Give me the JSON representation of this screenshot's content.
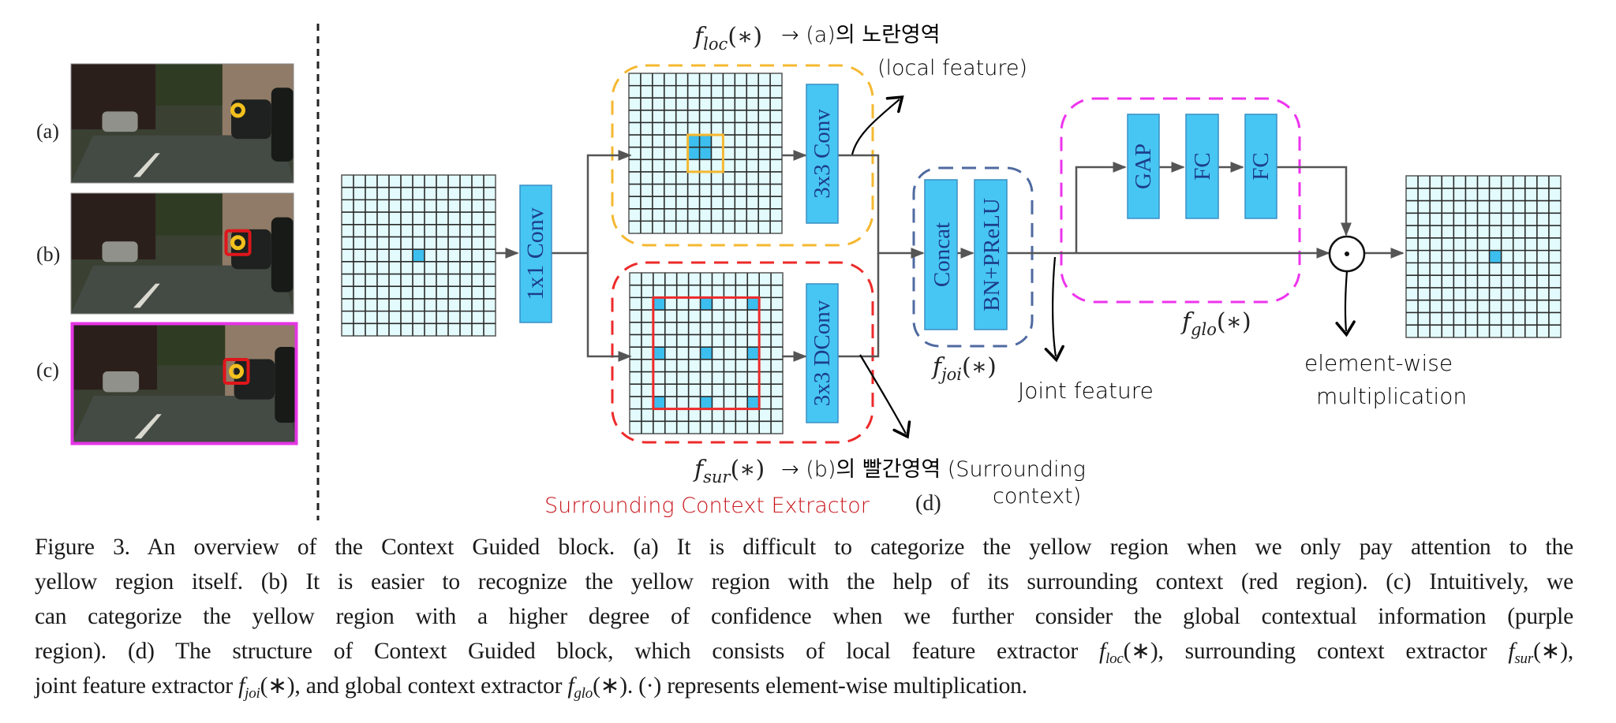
{
  "figure": {
    "panel_labels": [
      "(a)",
      "(b)",
      "(c)"
    ],
    "panel_d_label": "(d)",
    "blocks": {
      "conv1x1": "1x1 Conv",
      "conv3x3": "3x3 Conv",
      "dconv3x3": "3x3 DConv",
      "concat": "Concat",
      "bn_prelu": "BN+PReLU",
      "gap": "GAP",
      "fc1": "FC",
      "fc2": "FC",
      "multiply_symbol": "·"
    },
    "functions": {
      "loc": {
        "f": "f",
        "sub": "loc",
        "arg": "(∗)"
      },
      "sur": {
        "f": "f",
        "sub": "sur",
        "arg": "(∗)"
      },
      "joi": {
        "f": "f",
        "sub": "joi",
        "arg": "(∗)"
      },
      "glo": {
        "f": "f",
        "sub": "glo",
        "arg": "(∗)"
      }
    },
    "colors": {
      "cell_fill": "#e3fbfc",
      "highlight": "#3cbfee",
      "block_fill": "#47c6f3",
      "block_text": "#1c3d8a",
      "loc_border": "#f5b830",
      "sur_border": "#ee2a2a",
      "joi_border": "#4f6aa0",
      "glo_border": "#ee33ee",
      "photo_frame_c": "#e535e5",
      "annotation_red": "#c8151b"
    }
  },
  "annotations": {
    "loc_note_line1": "→ (a)의 노란영역",
    "loc_note_line2": "(local feature)",
    "sur_note_line1": "→ (b)의 빨간영역 (Surrounding",
    "sur_note_line2": "context)",
    "sur_red_note": "Surrounding Context Extractor",
    "joint_note": "Joint feature",
    "mult_note_line1": "element-wise",
    "mult_note_line2": "multiplication"
  },
  "caption": {
    "line1": "Figure 3. An overview of the Context Guided block. (a) It is difficult to categorize the yellow region when we only pay attention to the",
    "line2": "yellow region itself. (b) It is easier to recognize the yellow region with the help of its surrounding context (red region). (c) Intuitively, we",
    "line3": "can categorize the yellow region with a higher degree of confidence when we further consider the global contextual information (purple",
    "line4_a": "region). (d) The structure of Context Guided block, which consists of local feature extractor ",
    "line4_b": ", surrounding context extractor ",
    "line4_c": ",",
    "line5_a": "joint feature extractor ",
    "line5_b": ", and global context extractor ",
    "line5_c": ". (·) represents element-wise multiplication."
  }
}
